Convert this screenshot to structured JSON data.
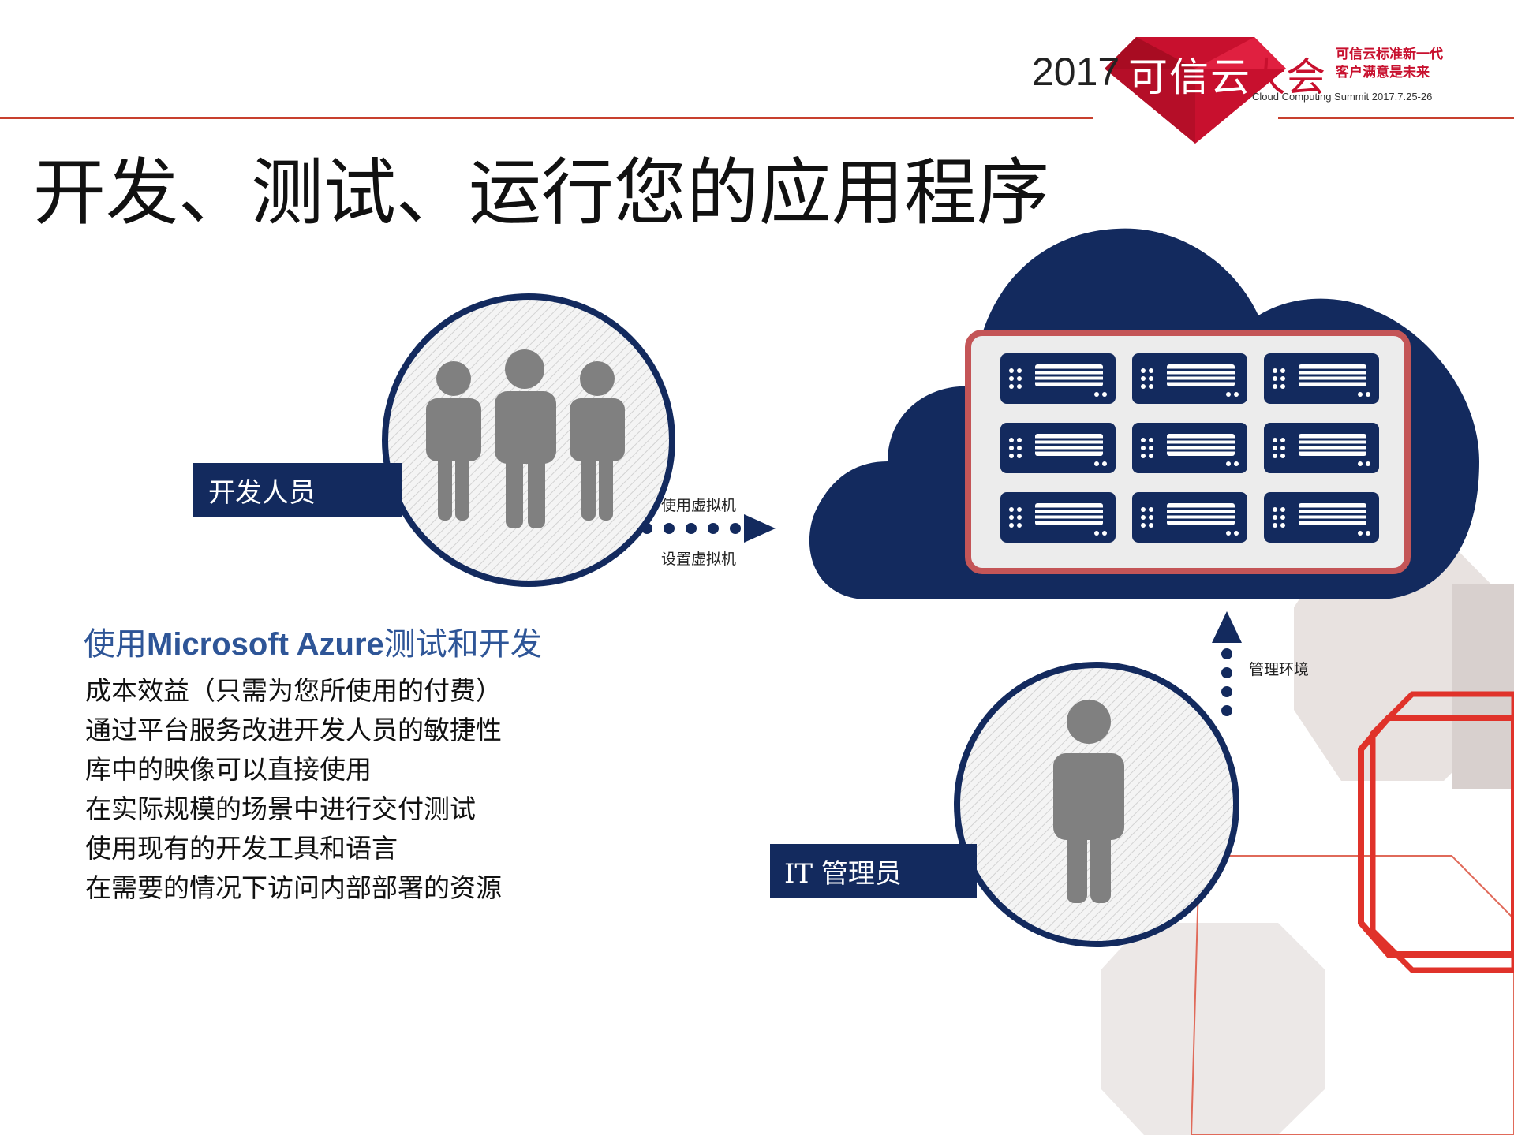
{
  "header": {
    "year": "2017",
    "logo_part1": "可信云",
    "logo_part2": "大会",
    "slogan_line1": "可信云标准新一代",
    "slogan_line2": "客户满意是未来",
    "summit": "Cloud Computing Summit 2017.7.25-26"
  },
  "title": "开发、测试、运行您的应用程序",
  "diagram": {
    "developer_label": "开发人员",
    "arrow_top_label": "使用虚拟机",
    "arrow_bottom_label": "设置虚拟机",
    "admin_label": "IT 管理员",
    "admin_arrow_label": "管理环境",
    "server_count": 9
  },
  "content": {
    "subheading_prefix": "使用",
    "subheading_brand": "Microsoft Azure",
    "subheading_suffix": "测试和开发",
    "bullets": [
      "成本效益（只需为您所使用的付费）",
      "通过平台服务改进开发人员的敏捷性",
      "库中的映像可以直接使用",
      "在实际规模的场景中进行交付测试",
      "使用现有的开发工具和语言",
      "在需要的情况下访问内部部署的资源"
    ]
  },
  "colors": {
    "navy": "#132a5e",
    "red": "#c8402e",
    "gray_icon": "#808080",
    "azure_blue": "#2e5597"
  }
}
